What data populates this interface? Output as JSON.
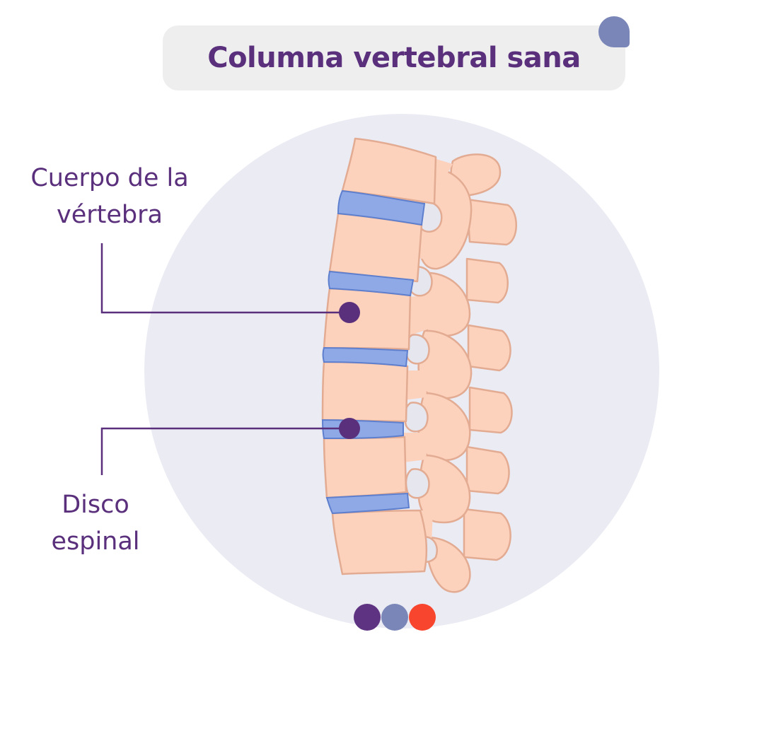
{
  "title": "Columna vertebral sana",
  "labels": {
    "vertebra_body": [
      "Cuerpo de la",
      "vértebra"
    ],
    "spinal_disc": [
      "Disco",
      "espinal"
    ]
  },
  "colors": {
    "title_text": "#5a2f7c",
    "title_box": "#eeeeef",
    "title_accent": "#7a86b8",
    "circle_background": "#ebebf4",
    "bone": "#fcd2bd",
    "bone_outline": "#e2ab92",
    "disc": "#8fa9e6",
    "disc_dark": "#5d7fce",
    "foramen": "#e6e6ef",
    "leader_line": "#5a2f7c",
    "marker": "#5a2f7c"
  },
  "legend_dots": [
    {
      "color": "#5e3381"
    },
    {
      "color": "#7a86b8"
    },
    {
      "color": "#f8452d"
    }
  ]
}
